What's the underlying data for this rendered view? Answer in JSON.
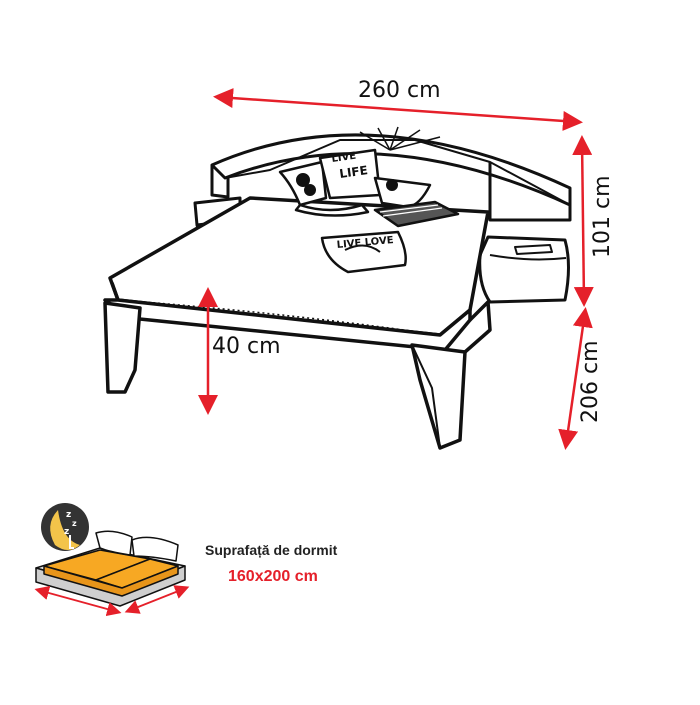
{
  "dimensions": {
    "width": "260 cm",
    "height": "101 cm",
    "depth": "206 cm",
    "bed_height": "40 cm"
  },
  "headboard_prints": {
    "pillow_left_1": "LIVE",
    "pillow_left_2": "LIFE",
    "pillow_right": "LIVE LOVE"
  },
  "sleeping_surface": {
    "caption": "Suprafață de dormit",
    "value": "160x200 cm",
    "value_color": "#e5202a"
  },
  "colors": {
    "arrow": "#e5202a",
    "outline": "#111111",
    "mattress_fill": "#f7a823",
    "base_fill": "#d9d9d9"
  },
  "icons": {
    "sleep_badge": "moon-sleep-icon"
  }
}
